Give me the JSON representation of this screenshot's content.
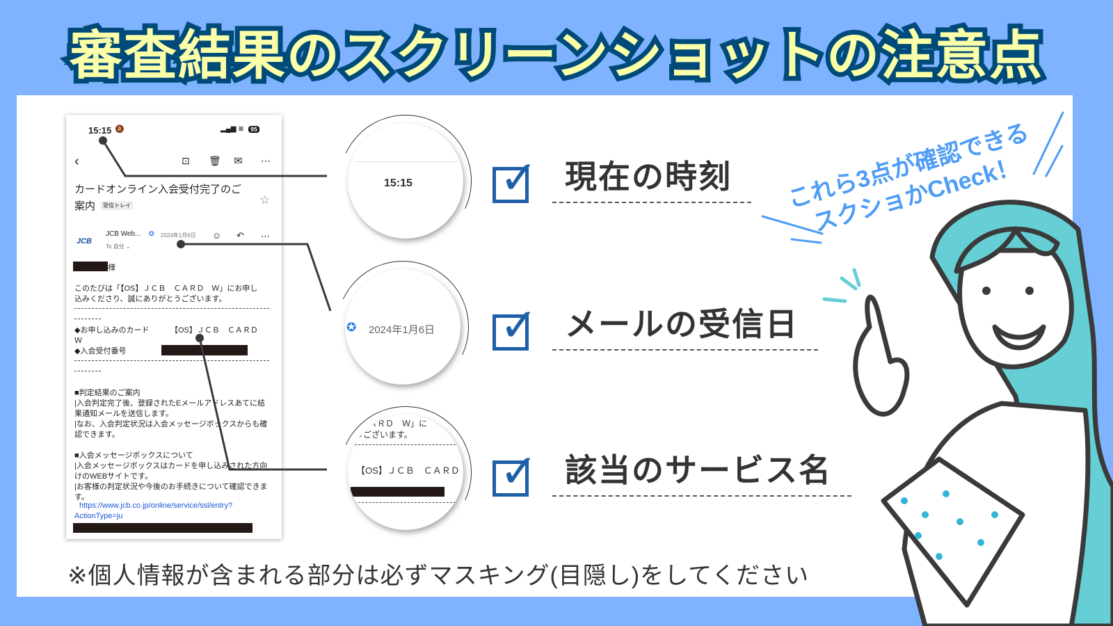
{
  "title": "審査結果のスクリーンショットの注意点",
  "phone": {
    "status_time": "15:15",
    "battery": "95",
    "subject_line1": "カードオンライン入会受付完了のご",
    "subject_line2": "案内",
    "inbox_tag": "受信トレイ",
    "sender": "JCB Web...",
    "sender_logo": "JCB",
    "date": "2024年1月6日",
    "to": "To 自分 ⌄",
    "salutation": "様",
    "body_intro_1": "このたびは「【OS】ＪＣＢ　ＣＡＲＤ　Ｗ」にお申し",
    "body_intro_2": "込みくださり、誠にありがとうございます。",
    "dashes": "------------------------------------------------",
    "dashes_short": "--------",
    "card_label": "◆お申し込みのカード",
    "card_value": "【OS】ＪＣＢ　ＣＡＲＤ",
    "card_value_w": "Ｗ",
    "number_label": "◆入会受付番号",
    "sec1_title": "■判定結果のご案内",
    "sec1_l1": "|入会判定完了後、登録されたEメールアドレスあてに結",
    "sec1_l2": "果通知メールを送信します。",
    "sec1_l3": "|なお、入会判定状況は入会メッセージボックスからも確",
    "sec1_l4": "認できます。",
    "sec2_title": "■入会メッセージボックスについて",
    "sec2_l1": "|入会メッセージボックスはカードを申し込みされた方向",
    "sec2_l2": "けのWEBサイトです。",
    "sec2_l3": "|お客様の判定状況や今後のお手続きについて確認できま",
    "sec2_l4": "す。",
    "link_l1": "https://www.jcb.co.jp/online/service/ssl/entry?",
    "link_l2": "ActionType=ju"
  },
  "zoom_circles": {
    "time": "15:15",
    "date": "2024年1月6日",
    "service_top": "ＡＲＤ　Ｗ」に",
    "service_top2": "うございます。",
    "service": "【OS】ＪＣＢ　ＣＡＲＤ"
  },
  "checklist": [
    {
      "label": "現在の時刻"
    },
    {
      "label": "メールの受信日"
    },
    {
      "label": "該当のサービス名"
    }
  ],
  "callout": {
    "line1": "これら3点が確認できる",
    "line2": "スクショかCheck！"
  },
  "footer_note": "※個人情報が含まれる部分は必ずマスキング(目隠し)をしてください",
  "colors": {
    "background": "#7fb3ff",
    "title_fill": "#fbffa8",
    "title_stroke": "#004a7a",
    "check": "#1e5fa8",
    "callout": "#4d9cf5",
    "hair": "#66cfd6"
  }
}
